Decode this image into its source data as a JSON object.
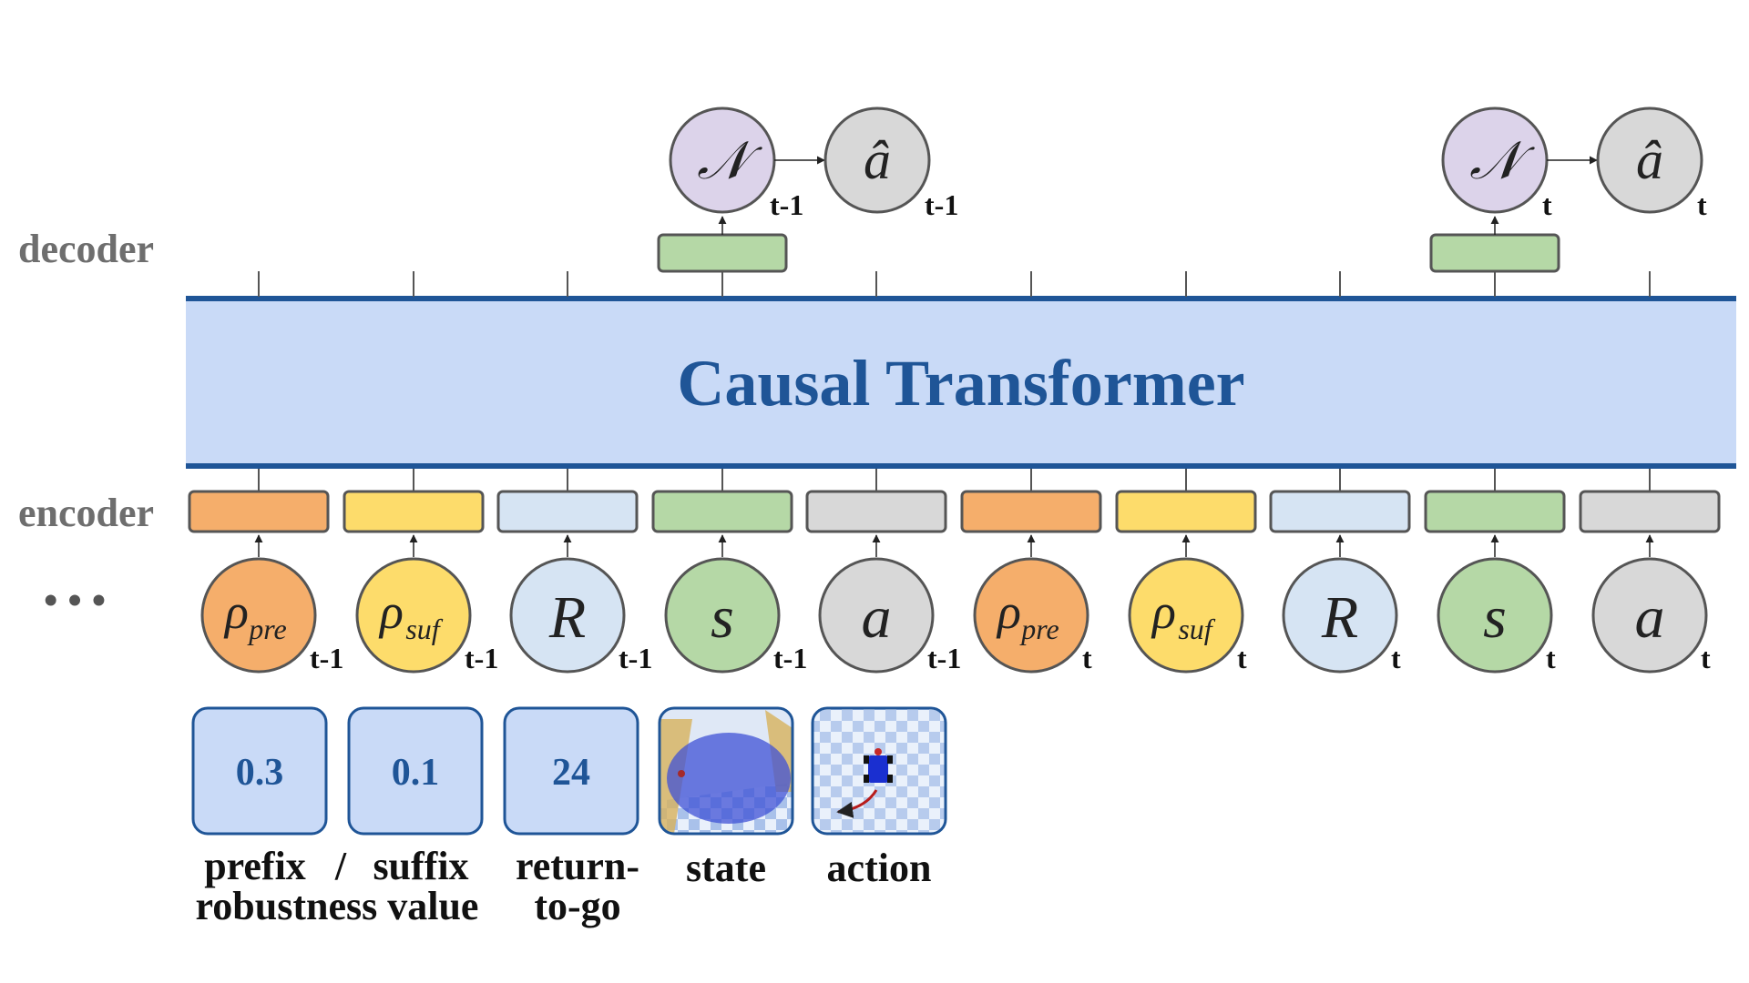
{
  "labels": {
    "decoder": "decoder",
    "encoder": "encoder",
    "ellipsis": "• • •",
    "transformer": "Causal Transformer"
  },
  "tokens": [
    {
      "id": "rho-pre-tm1",
      "symbol": "ρ",
      "sub": "pre",
      "step": "t-1",
      "fill": "#f5ae6b",
      "embed_fill": "#f5ae6b"
    },
    {
      "id": "rho-suf-tm1",
      "symbol": "ρ",
      "sub": "suf",
      "step": "t-1",
      "fill": "#fddc6b",
      "embed_fill": "#fddc6b"
    },
    {
      "id": "return-tm1",
      "symbol": "R",
      "sub": "",
      "step": "t-1",
      "fill": "#d6e4f3",
      "embed_fill": "#d6e4f3"
    },
    {
      "id": "state-tm1",
      "symbol": "s",
      "sub": "",
      "step": "t-1",
      "fill": "#b5d8a6",
      "embed_fill": "#b5d8a6"
    },
    {
      "id": "action-tm1",
      "symbol": "a",
      "sub": "",
      "step": "t-1",
      "fill": "#d8d8d8",
      "embed_fill": "#d8d8d8"
    },
    {
      "id": "rho-pre-t",
      "symbol": "ρ",
      "sub": "pre",
      "step": "t",
      "fill": "#f5ae6b",
      "embed_fill": "#f5ae6b"
    },
    {
      "id": "rho-suf-t",
      "symbol": "ρ",
      "sub": "suf",
      "step": "t",
      "fill": "#fddc6b",
      "embed_fill": "#fddc6b"
    },
    {
      "id": "return-t",
      "symbol": "R",
      "sub": "",
      "step": "t",
      "fill": "#d6e4f3",
      "embed_fill": "#d6e4f3"
    },
    {
      "id": "state-t",
      "symbol": "s",
      "sub": "",
      "step": "t",
      "fill": "#b5d8a6",
      "embed_fill": "#b5d8a6"
    },
    {
      "id": "action-t",
      "symbol": "a",
      "sub": "",
      "step": "t",
      "fill": "#d8d8d8",
      "embed_fill": "#d8d8d8"
    }
  ],
  "outputs": [
    {
      "id": "tm1",
      "dist_symbol": "𝒩",
      "action_symbol": "â",
      "step": "t-1"
    },
    {
      "id": "t",
      "dist_symbol": "𝒩",
      "action_symbol": "â",
      "step": "t"
    }
  ],
  "examples": [
    {
      "id": "prefix-value",
      "value": "0.3"
    },
    {
      "id": "suffix-value",
      "value": "0.1"
    },
    {
      "id": "rtg-value",
      "value": "24"
    },
    {
      "id": "state-image",
      "icon": "state-render-image"
    },
    {
      "id": "action-image",
      "icon": "action-render-image"
    }
  ],
  "captions": {
    "prefix": "prefix",
    "slash": "/",
    "suffix": "suffix",
    "robustness_value": "robustness value",
    "return_line1": "return-",
    "return_line2": "to-go",
    "state": "state",
    "action": "action"
  },
  "colors": {
    "transformer_fill": "#c9daf7",
    "transformer_border": "#1f5597",
    "decoder_head": "#b5d8a6",
    "dist_node": "#dcd3ea",
    "action_node": "#d8d8d8",
    "example_box": "#c9daf7",
    "example_border": "#1f5597",
    "stroke": "#555555"
  }
}
